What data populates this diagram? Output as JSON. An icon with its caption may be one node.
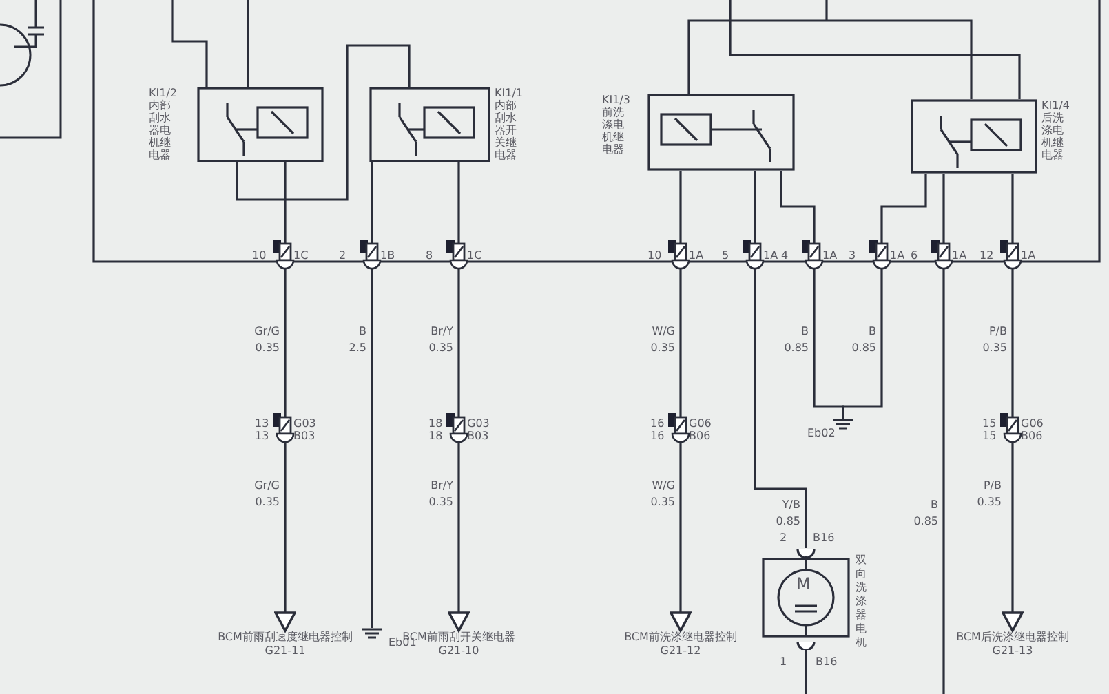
{
  "diagram": {
    "nodes": [
      {
        "text": [
          "KI1/2",
          "内部刮水器电机继电器"
        ]
      },
      {
        "text": [
          "KI1/1",
          "内部刮水器开关继电器"
        ]
      },
      {
        "text": [
          "KI1/3",
          "前洗涤电机继电器"
        ]
      },
      {
        "text": [
          "KI1/4",
          "后洗涤电机继电器"
        ]
      },
      {
        "text": [
          "Eb02"
        ]
      },
      {
        "text": [
          "M",
          "双向洗涤器电机"
        ]
      },
      {
        "text": [
          "BCM前雨刮速度继电器控制",
          "G21-11"
        ]
      },
      {
        "text": [
          "Eb01"
        ]
      },
      {
        "text": [
          "BCM前雨刮开关继电器",
          "G21-10"
        ]
      },
      {
        "text": [
          "BCM前洗涤继电器控制",
          "G21-12"
        ]
      },
      {
        "text": [
          "BCM后洗涤继电器控制",
          "G21-13"
        ]
      }
    ],
    "edges": [
      {
        "from": 0,
        "to": 6,
        "arrow": "to"
      },
      {
        "from": 1,
        "to": 7,
        "arrow": "none"
      },
      {
        "from": 1,
        "to": 8,
        "arrow": "to"
      },
      {
        "from": 2,
        "to": 9,
        "arrow": "to"
      },
      {
        "from": 2,
        "to": 5,
        "arrow": "none"
      },
      {
        "from": 2,
        "to": 4,
        "arrow": "none"
      },
      {
        "from": 3,
        "to": 4,
        "arrow": "none"
      },
      {
        "from": 3,
        "to": null,
        "arrow": "none"
      },
      {
        "from": 3,
        "to": 10,
        "arrow": "to"
      },
      {
        "from": 0,
        "to": 1,
        "arrow": "none"
      },
      {
        "from": 2,
        "to": 3,
        "arrow": "none"
      }
    ],
    "labels": [
      "10",
      "1C",
      "2",
      "1B",
      "8",
      "1C",
      "10",
      "1A",
      "5",
      "1A",
      "4",
      "1A",
      "3",
      "1A",
      "6",
      "1A",
      "12",
      "1A",
      "Gr/G",
      "0.35",
      "B",
      "2.5",
      "Br/Y",
      "0.35",
      "W/G",
      "0.35",
      "B",
      "0.85",
      "B",
      "0.85",
      "P/B",
      "0.35",
      "13",
      "G03",
      "13",
      "B03",
      "18",
      "G03",
      "18",
      "B03",
      "16",
      "G06",
      "16",
      "B06",
      "15",
      "G06",
      "15",
      "B06",
      "Gr/G",
      "0.35",
      "Br/Y",
      "0.35",
      "W/G",
      "0.35",
      "Y/B",
      "0.85",
      "B",
      "0.85",
      "P/B",
      "0.35",
      "2",
      "B16",
      "1",
      "B16"
    ]
  }
}
